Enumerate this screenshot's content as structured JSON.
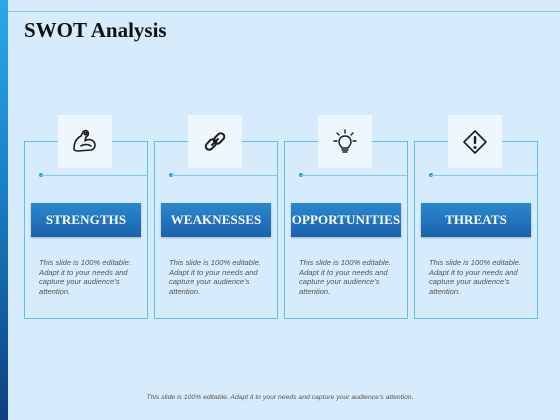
{
  "title": "SWOT Analysis",
  "cards": [
    {
      "label": "STRENGTHS",
      "icon": "flexed-arm-icon",
      "text": "This slide is 100% editable. Adapt it to your needs and capture your audience’s attention."
    },
    {
      "label": "WEAKNESSES",
      "icon": "broken-link-icon",
      "text": "This slide is 100% editable. Adapt it to your needs and capture your audience’s attention."
    },
    {
      "label": "OPPORTUNITIES",
      "icon": "lightbulb-icon",
      "text": "This slide is 100% editable. Adapt it to your needs and capture your audience’s attention."
    },
    {
      "label": "THREATS",
      "icon": "warning-icon",
      "text": "This slide is 100% editable. Adapt it to your needs and capture your audience’s attention."
    }
  ],
  "footer": "This slide is 100% editable. Adapt it to your needs and capture your audience’s attention.",
  "colors": {
    "accent": "#1a63ad",
    "background": "#d6ebfb",
    "stripe": "#1b7fc4",
    "border": "#5ec1e8"
  }
}
